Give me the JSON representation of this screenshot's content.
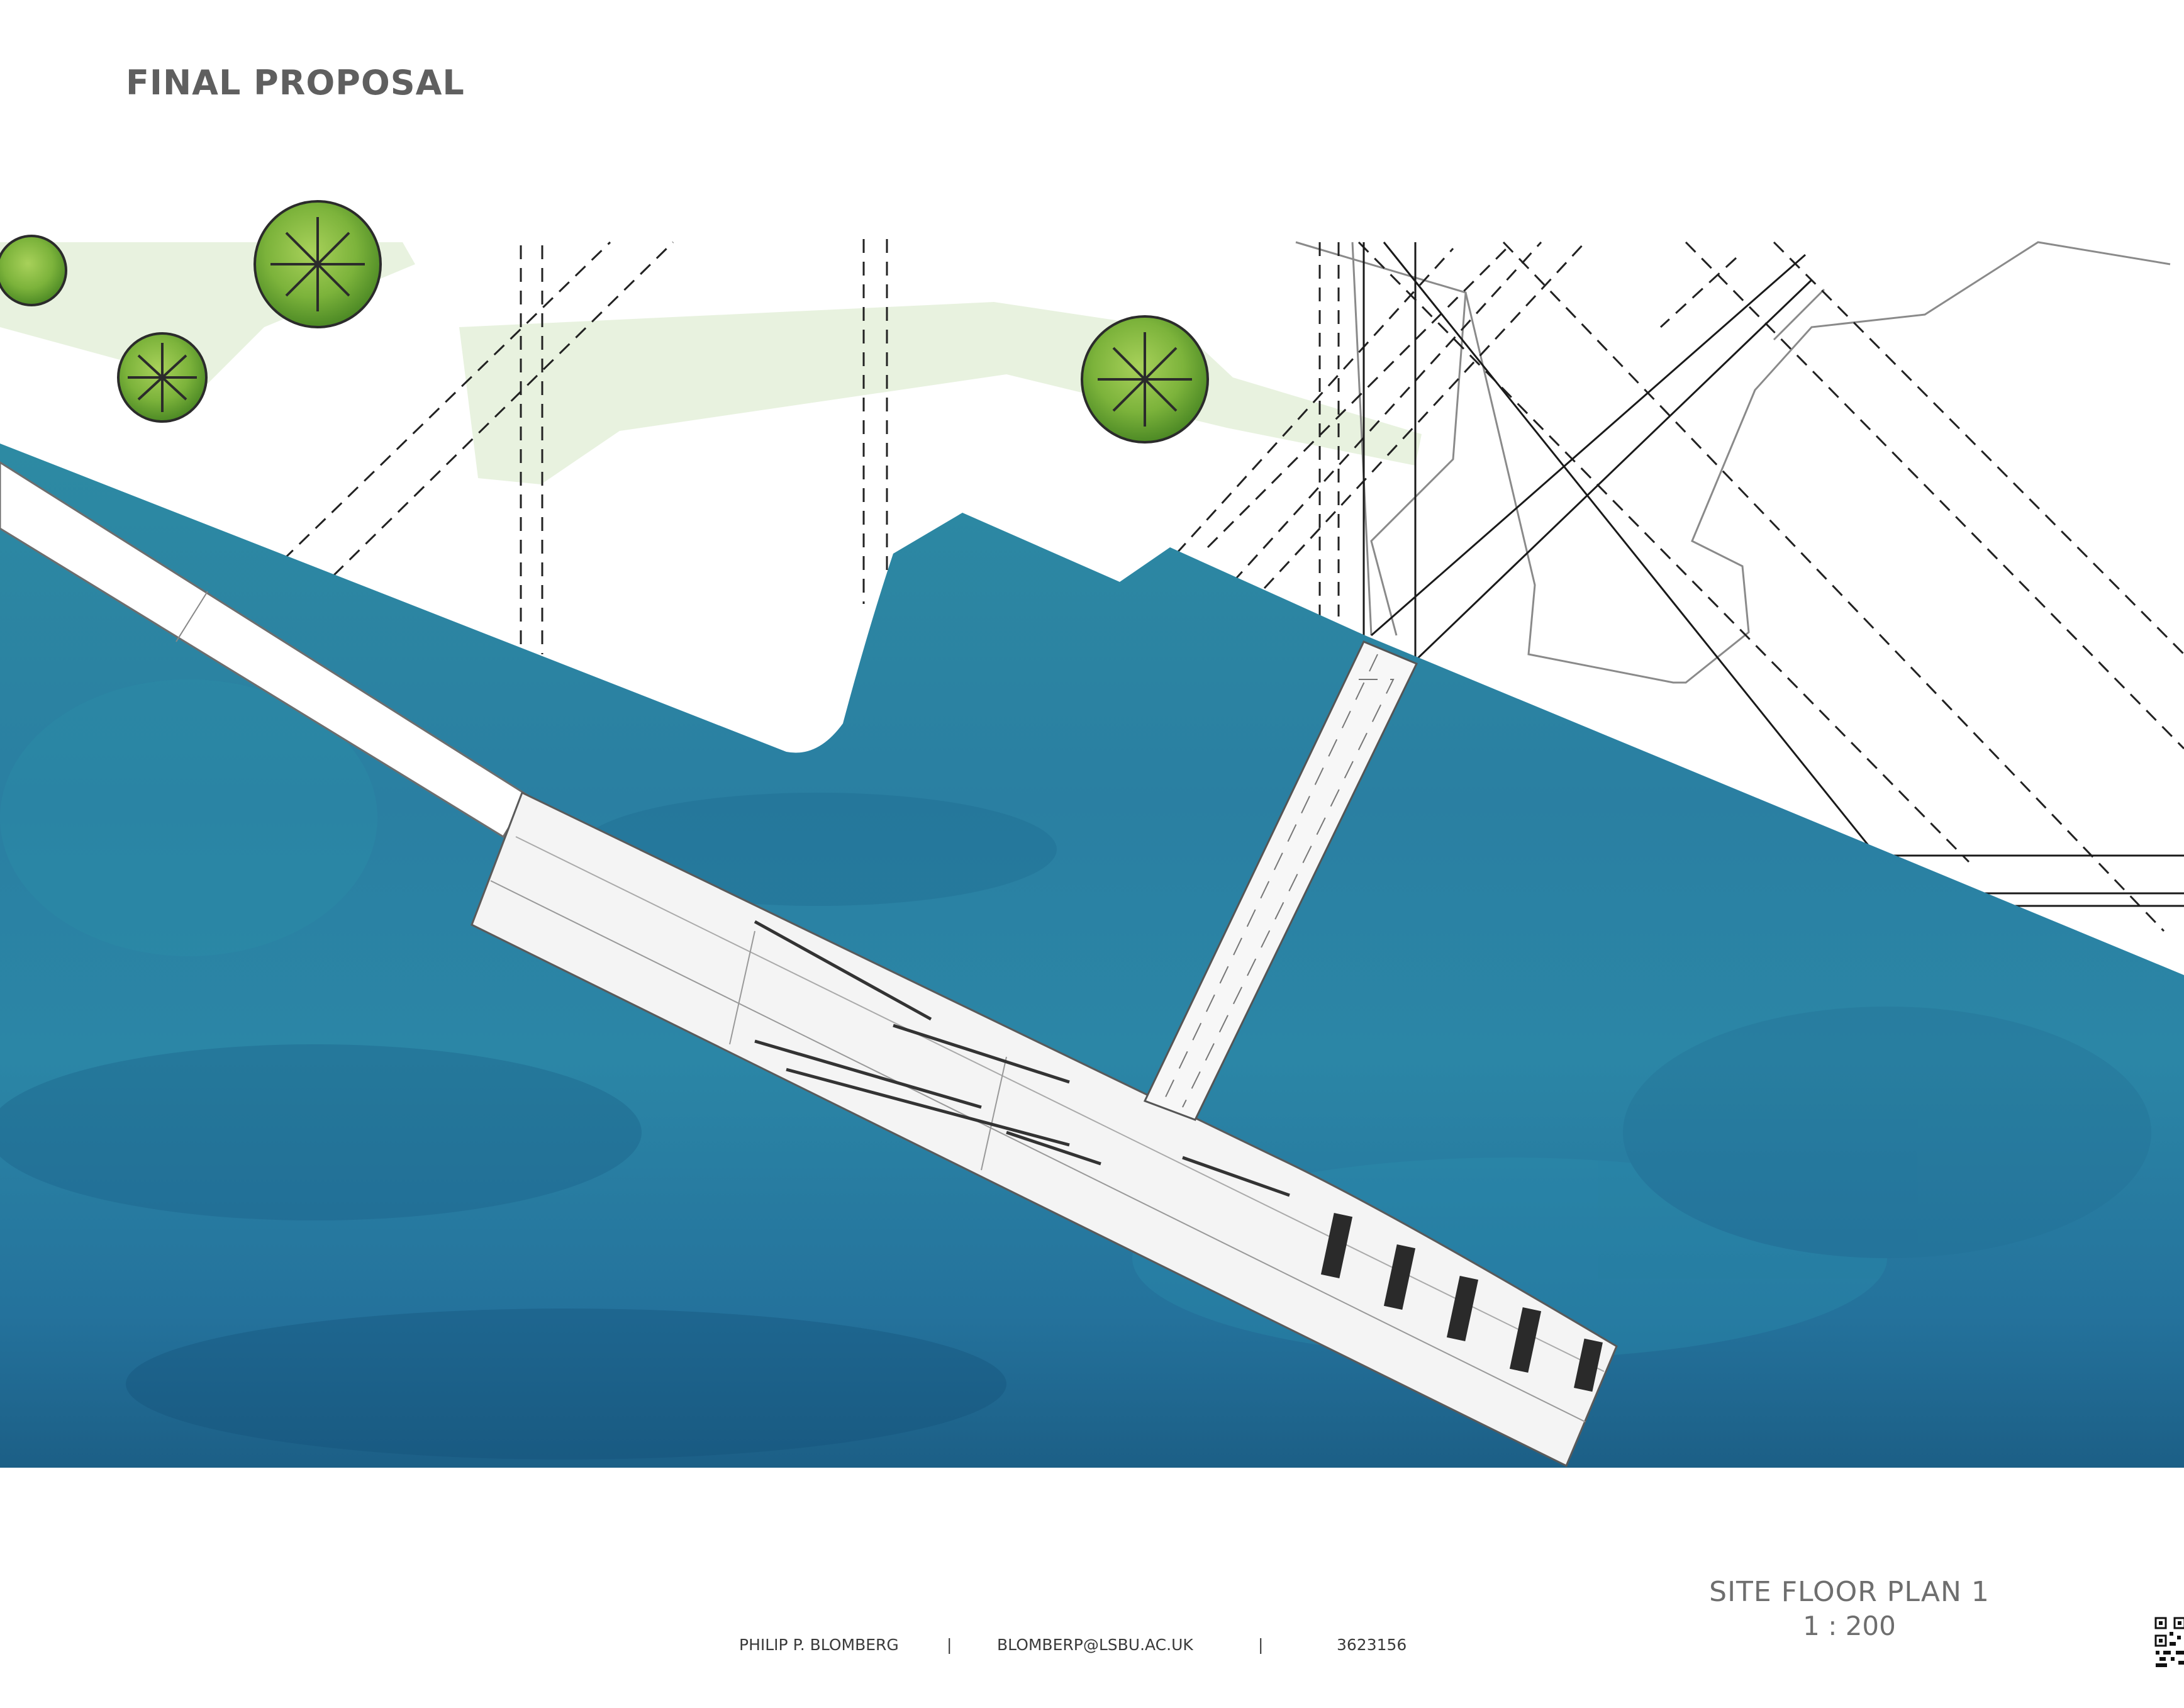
{
  "header": {
    "title": "FINAL PROPOSAL"
  },
  "drawing": {
    "name": "SITE FLOOR PLAN 1",
    "scale": "1 : 200"
  },
  "footer": {
    "author": "PHILIP P. BLOMBERG",
    "email": "BLOMBERP@LSBU.AC.UK",
    "student_id": "3623156",
    "separator": "|"
  },
  "colors": {
    "water": "#2e86a0",
    "water_dark": "#1c5f85",
    "path_green": "#e6f1dc",
    "tree": "#7cb33b",
    "text": "#5f5f5f"
  },
  "icons": [
    "tree-icon",
    "qr-code-icon"
  ]
}
